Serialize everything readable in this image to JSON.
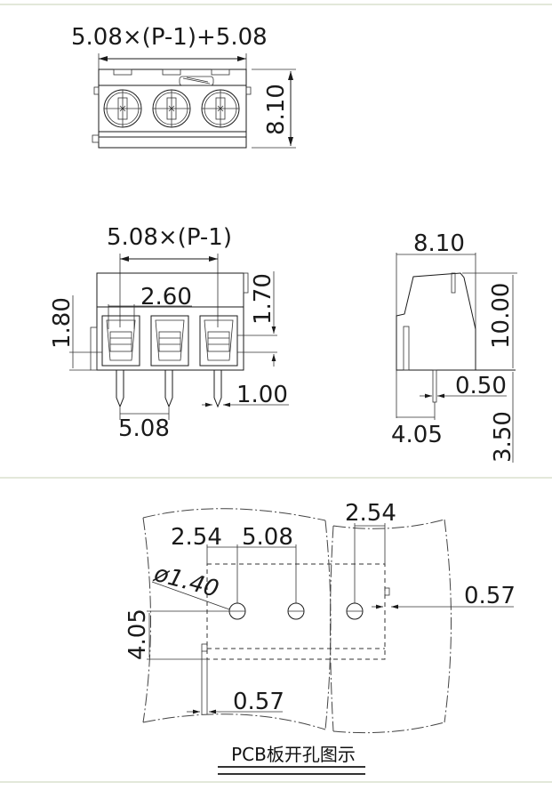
{
  "top_view": {
    "width_label": "5.08×(P-1)+5.08",
    "height_label": "8.10",
    "screw_count": 3
  },
  "front_view": {
    "pitch_label": "5.08×(P-1)",
    "opening_label": "2.60",
    "top_offset_label": "1.70",
    "bottom_offset_label": "1.80",
    "pin_width_label": "1.00",
    "pin_pitch_label": "5.08"
  },
  "side_view": {
    "width_label": "8.10",
    "height_label": "10.00",
    "pin_thickness_label": "0.50",
    "pin_offset_label": "4.05",
    "pin_length_label": "3.50"
  },
  "pcb_layout": {
    "edge_offset_label": "2.54",
    "pitch_label": "5.08",
    "right_edge_label": "2.54",
    "hole_diameter_label": "ø1.40",
    "right_gap_label": "0.57",
    "row_offset_label": "4.05",
    "bottom_gap_label": "0.57",
    "caption": "PCB板开孔图示"
  },
  "colors": {
    "line": "#1a1a1a",
    "separator": "#e3e8da",
    "background": "#ffffff"
  }
}
